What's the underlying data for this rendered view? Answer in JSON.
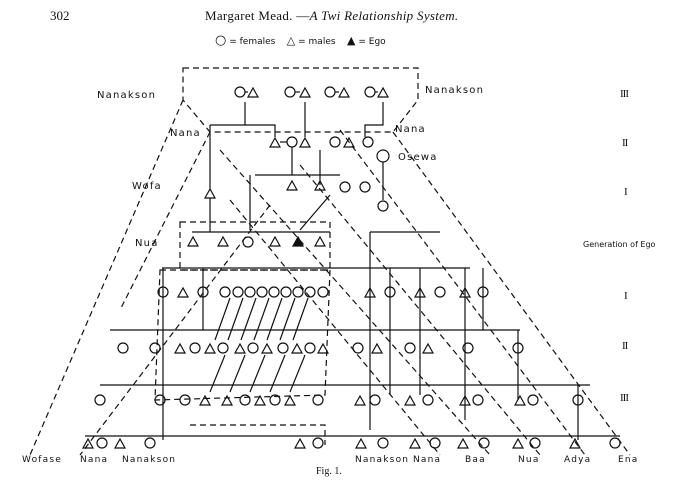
{
  "header": {
    "page_number": "302",
    "author": "Margaret Mead.",
    "title": "A Twi Relationship System."
  },
  "key": {
    "females": "= females",
    "males": "= males",
    "ego": "= Ego"
  },
  "kin_labels": {
    "nanakson_left": "Nanakson",
    "nanakson_right": "Nanakson",
    "nana_left": "Nana",
    "nana_right": "Nana",
    "osewa": "Osewa",
    "wofa": "Wofa",
    "nua": "Nua"
  },
  "generations": {
    "g3_up": "III",
    "g2_up": "II",
    "g1_up": "I",
    "ego": "Generation of Ego",
    "g1_down": "I",
    "g2_down": "II",
    "g3_down": "III"
  },
  "bottom_labels": {
    "wofase": "Wofase",
    "nana1": "Nana",
    "nanakson1": "Nanakson",
    "nanakson2": "Nanakson",
    "nana2": "Nana",
    "baa": "Baa",
    "nua": "Nua",
    "adya": "Adya",
    "ena": "Ena"
  },
  "caption": "Fig. 1."
}
